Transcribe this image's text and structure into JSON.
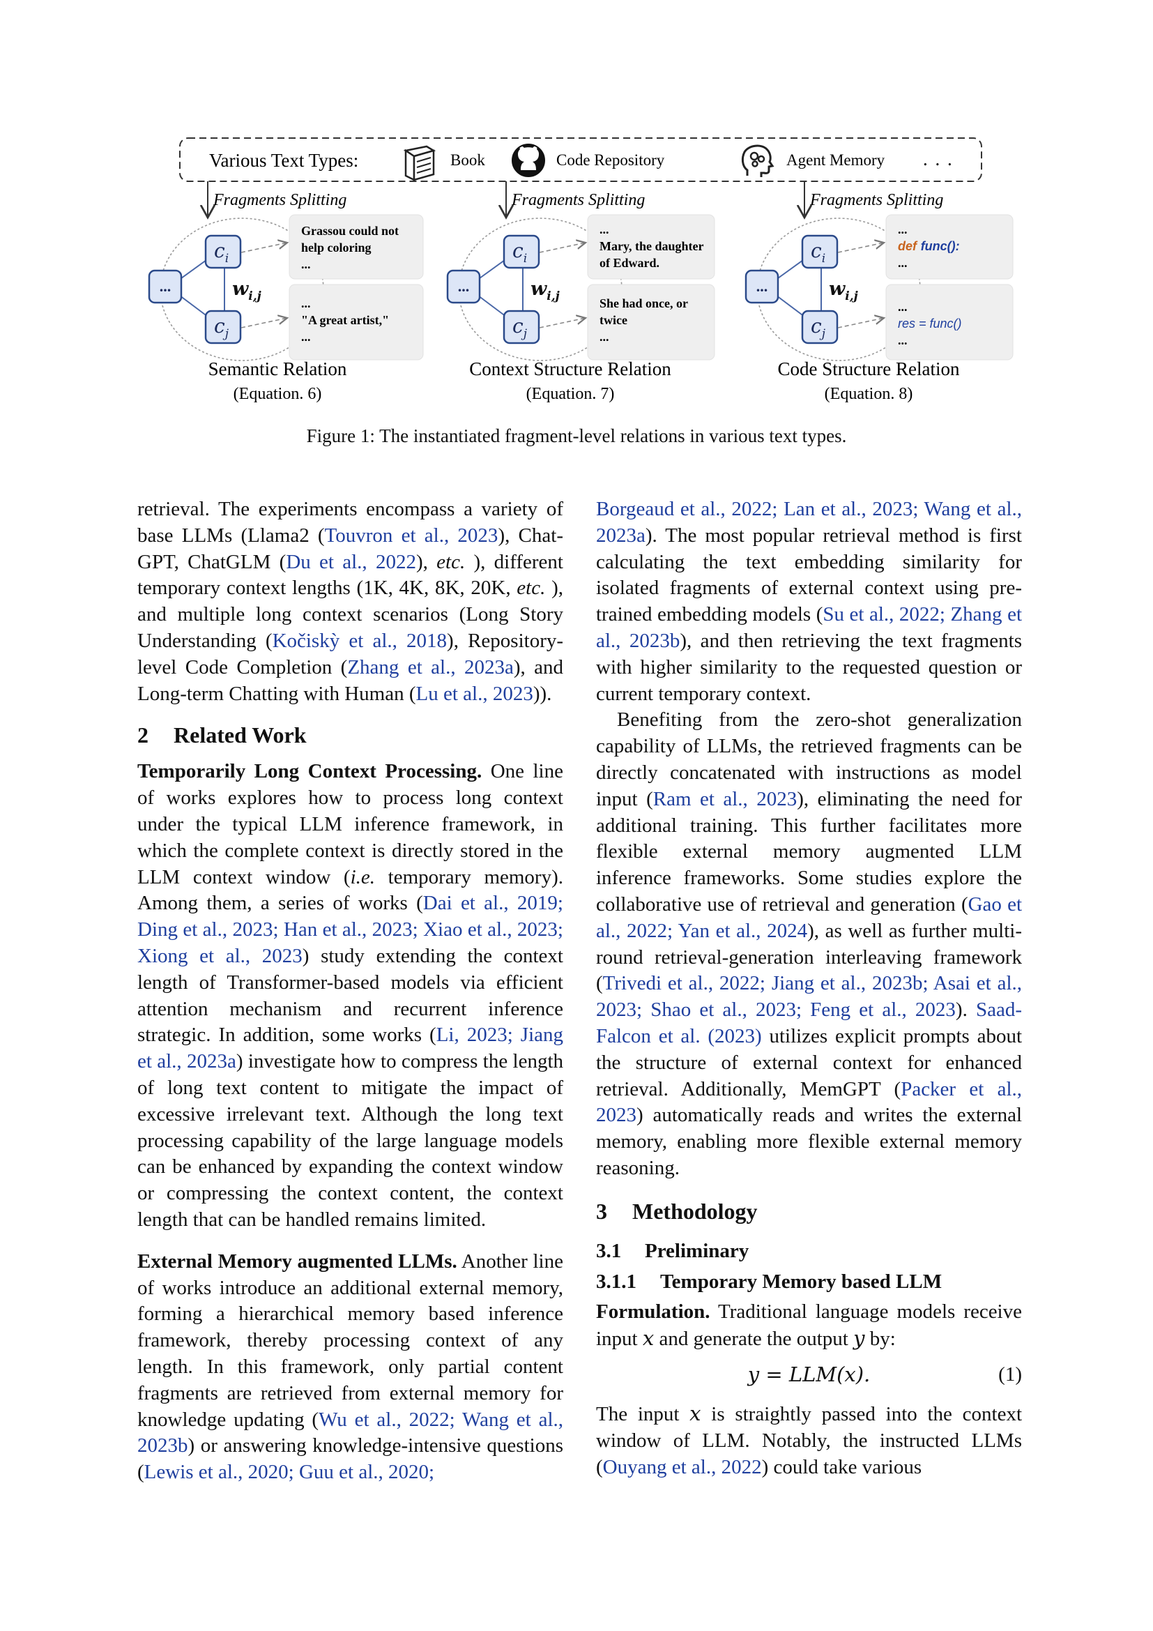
{
  "figure": {
    "top_bar": {
      "label": "Various Text Types:",
      "types": [
        {
          "icon": "book-icon",
          "label": "Book"
        },
        {
          "icon": "github-icon",
          "label": "Code Repository"
        },
        {
          "icon": "brain-head-icon",
          "label": "Agent Memory"
        }
      ],
      "ellipsis": ". . ."
    },
    "splitting_label": "Fragments Splitting",
    "node_labels": {
      "ci": "c",
      "ci_sub": "i",
      "cj": "c",
      "cj_sub": "j",
      "w": "w",
      "w_sub": "i,j",
      "dots": "..."
    },
    "panels": [
      {
        "title": "Semantic Relation",
        "equation": "(Equation. 6)",
        "box1": [
          "Grassou could not",
          "help coloring",
          "..."
        ],
        "box2": [
          "...",
          "\"A great artist,\"",
          "..."
        ]
      },
      {
        "title": "Context Structure Relation",
        "equation": "(Equation. 7)",
        "box1": [
          "...",
          "Mary, the daughter",
          "of Edward."
        ],
        "box2": [
          "She had once, or",
          "twice",
          "..."
        ]
      },
      {
        "title": "Code Structure Relation",
        "equation": "(Equation. 8)",
        "box1_code": {
          "pre": "...",
          "kw": "def",
          "fn": "func():",
          "post": "..."
        },
        "box2_code": {
          "pre": "...",
          "line": "res = func()",
          "post": "..."
        }
      }
    ],
    "colors": {
      "node_fill": "#dde6f7",
      "node_stroke": "#2b4a8a",
      "box_fill": "#efefef",
      "code_kw": "#c8641e",
      "code_fn": "#1f3f9e"
    },
    "caption": "Figure 1: The instantiated fragment-level relations in various text types."
  },
  "left_col": {
    "p1": [
      "retrieval. The experiments encompass a variety of base LLMs (Llama2 (",
      {
        "cite": "Touvron et al., 2023"
      },
      "), Chat-GPT, ChatGLM (",
      {
        "cite": "Du et al., 2022"
      },
      "), ",
      {
        "i": "etc."
      },
      " ), different temporary context lengths (1K, 4K, 8K, 20K, ",
      {
        "i": "etc."
      },
      " ), and multiple long context scenarios (Long Story Understanding (",
      {
        "cite": "Kočiskỳ et al., 2018"
      },
      "), Repository-level Code Completion (",
      {
        "cite": "Zhang et al., 2023a"
      },
      "), and Long-term Chatting with Human (",
      {
        "cite": "Lu et al., 2023"
      },
      "))."
    ],
    "sec2_num": "2",
    "sec2_title": "Related Work",
    "p2_runin": "Temporarily Long Context Processing.",
    "p2": [
      " One line of works explores how to process long context under the typical LLM inference framework, in which the complete context is directly stored in the LLM context window (",
      {
        "i": "i.e."
      },
      " temporary memory). Among them, a series of works (",
      {
        "cite": "Dai et al., 2019; Ding et al., 2023; Han et al., 2023; Xiao et al., 2023; Xiong et al., 2023"
      },
      ") study extending the context length of Transformer-based models via efficient attention mechanism and recurrent inference strategic. In addition, some works (",
      {
        "cite": "Li, 2023; Jiang et al., 2023a"
      },
      ") investigate how to compress the length of long text content to mitigate the impact of excessive irrelevant text. Although the long text processing capability of the large language models can be enhanced by expanding the context window or compressing the context content, the context length that can be handled remains limited."
    ],
    "p3_runin": "External Memory augmented LLMs.",
    "p3": [
      " Another line of works introduce an additional external memory, forming a hierarchical memory based inference framework, thereby processing context of any length. In this framework, only partial content fragments are retrieved from external memory for knowledge updating (",
      {
        "cite": "Wu et al., 2022; Wang et al., 2023b"
      },
      ") or answering knowledge-intensive questions (",
      {
        "cite": "Lewis et al., 2020; Guu et al., 2020;"
      }
    ]
  },
  "right_col": {
    "p1": [
      {
        "cite": "Borgeaud et al., 2022; Lan et al., 2023; Wang et al., 2023a"
      },
      "). The most popular retrieval method is first calculating the text embedding similarity for isolated fragments of external context using pre-trained embedding models (",
      {
        "cite": "Su et al., 2022; Zhang et al., 2023b"
      },
      "), and then retrieving the text fragments with higher similarity to the requested question or current temporary context."
    ],
    "p2": [
      "Benefiting from the zero-shot generalization capability of LLMs, the retrieved fragments can be directly concatenated with instructions as model input (",
      {
        "cite": "Ram et al., 2023"
      },
      "), eliminating the need for additional training. This further facilitates more flexible external memory augmented LLM inference frameworks. Some studies explore the collaborative use of retrieval and generation (",
      {
        "cite": "Gao et al., 2022; Yan et al., 2024"
      },
      "), as well as further multi-round retrieval-generation interleaving framework (",
      {
        "cite": "Trivedi et al., 2022; Jiang et al., 2023b; Asai et al., 2023; Shao et al., 2023; Feng et al., 2023"
      },
      "). ",
      {
        "cite": "Saad-Falcon et al. (2023)"
      },
      " utilizes explicit prompts about the structure of external context for enhanced retrieval. Additionally, MemGPT (",
      {
        "cite": "Packer et al., 2023"
      },
      ") automatically reads and writes the external memory, enabling more flexible external memory reasoning."
    ],
    "sec3_num": "3",
    "sec3_title": "Methodology",
    "sub31_num": "3.1",
    "sub31_title": "Preliminary",
    "sub311_num": "3.1.1",
    "sub311_title": "Temporary Memory based LLM",
    "p3_runin": "Formulation.",
    "p3": [
      " Traditional language models receive input ",
      {
        "m": "x"
      },
      " and generate the output ",
      {
        "m": "y"
      },
      " by:"
    ],
    "eq1_body": "y = LLM(x).",
    "eq1_num": "(1)",
    "p4": [
      "The input ",
      {
        "m": "x"
      },
      " is straightly passed into the context window of LLM. Notably, the instructed LLMs (",
      {
        "cite": "Ouyang et al., 2022"
      },
      ") could take various"
    ]
  }
}
